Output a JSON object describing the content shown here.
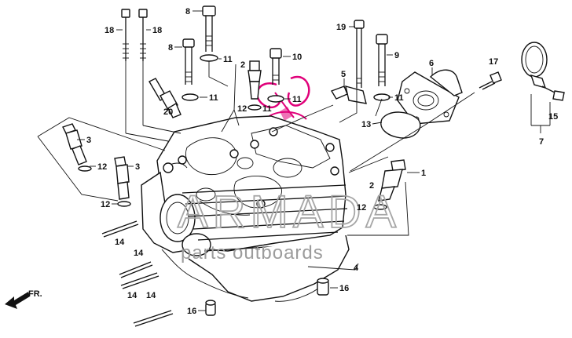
{
  "watermark": {
    "brand": "ARMADA",
    "tagline": "parts outboards",
    "text_color": "#a0a0a0",
    "logo_color": "#e0007a"
  },
  "front_marker": {
    "label": "FR."
  },
  "callouts": [
    {
      "id": "c-18a",
      "label": "18"
    },
    {
      "id": "c-18b",
      "label": "18"
    },
    {
      "id": "c-8a",
      "label": "8"
    },
    {
      "id": "c-8b",
      "label": "8"
    },
    {
      "id": "c-11a",
      "label": "11"
    },
    {
      "id": "c-2a",
      "label": "2"
    },
    {
      "id": "c-10",
      "label": "10"
    },
    {
      "id": "c-11b",
      "label": "11"
    },
    {
      "id": "c-11c",
      "label": "11"
    },
    {
      "id": "c-12a",
      "label": "12"
    },
    {
      "id": "c-11d",
      "label": "11"
    },
    {
      "id": "c-20",
      "label": "20"
    },
    {
      "id": "c-19",
      "label": "19"
    },
    {
      "id": "c-9",
      "label": "9"
    },
    {
      "id": "c-5",
      "label": "5"
    },
    {
      "id": "c-11e",
      "label": "11"
    },
    {
      "id": "c-6",
      "label": "6"
    },
    {
      "id": "c-17",
      "label": "17"
    },
    {
      "id": "c-13",
      "label": "13"
    },
    {
      "id": "c-15",
      "label": "15"
    },
    {
      "id": "c-7",
      "label": "7"
    },
    {
      "id": "c-3a",
      "label": "3"
    },
    {
      "id": "c-12b",
      "label": "12"
    },
    {
      "id": "c-3b",
      "label": "3"
    },
    {
      "id": "c-12c",
      "label": "12"
    },
    {
      "id": "c-1",
      "label": "1"
    },
    {
      "id": "c-2b",
      "label": "2"
    },
    {
      "id": "c-12d",
      "label": "12"
    },
    {
      "id": "c-14a",
      "label": "14"
    },
    {
      "id": "c-14b",
      "label": "14"
    },
    {
      "id": "c-14c",
      "label": "14"
    },
    {
      "id": "c-14d",
      "label": "14"
    },
    {
      "id": "c-4",
      "label": "4"
    },
    {
      "id": "c-16a",
      "label": "16"
    },
    {
      "id": "c-16b",
      "label": "16"
    }
  ]
}
